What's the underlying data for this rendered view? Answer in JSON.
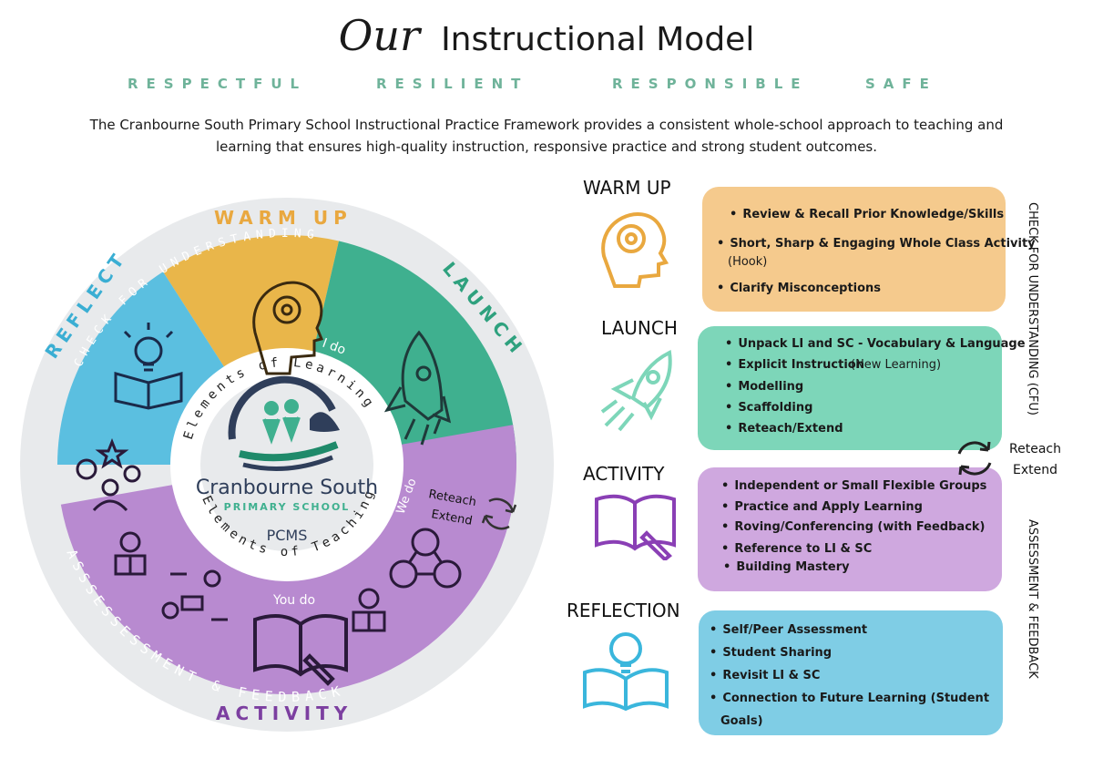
{
  "title": {
    "script": "Our",
    "main": "Instructional Model"
  },
  "values": [
    "RESPECTFUL",
    "RESILIENT",
    "RESPONSIBLE",
    "SAFE"
  ],
  "intro": {
    "line1": "The Cranbourne South Primary School Instructional Practice Framework provides a consistent whole-school approach to teaching and",
    "line2": "learning that ensures high-quality instruction, responsive practice and strong student outcomes."
  },
  "wheel": {
    "outer": {
      "warm_up": "WARM UP",
      "launch": "LAUNCH",
      "reflect": "REFLECT",
      "activity": "ACTIVITY"
    },
    "ring_top": "CHECK FOR UNDERSTANDING",
    "ring_bottom": "ASSSESSESSMENT & FEEDBACK",
    "i_do": "I do",
    "we_do": "We do",
    "you_do": "You do",
    "reteach": "Reteach",
    "extend": "Extend",
    "center_top": "Elements of Learning",
    "center_bottom": "Elements of Teaching",
    "school_name": "Cranbourne South",
    "school_sub": "PRIMARY SCHOOL",
    "pcms": "PCMS"
  },
  "sections": [
    {
      "title": "WARM UP",
      "color": "#f5ca8d",
      "items": [
        "Review & Recall Prior Knowledge/Skills",
        "Short, Sharp & Engaging Whole Class Activity",
        "Clarify Misconceptions"
      ],
      "note": "(Hook)"
    },
    {
      "title": "LAUNCH",
      "color": "#7dd6b9",
      "items": [
        "Unpack LI and SC -  Vocabulary & Language",
        "Explicit Instruction",
        "Modelling",
        "Scaffolding",
        "Reteach/Extend"
      ],
      "note": "(New Learning)"
    },
    {
      "title": "ACTIVITY",
      "color": "#cfa8df",
      "items": [
        "Independent or Small Flexible Groups",
        "Practice and Apply Learning",
        "Roving/Conferencing (with Feedback)",
        "Reference to LI & SC",
        "Building Mastery"
      ]
    },
    {
      "title": "REFLECTION",
      "color": "#7fcde5",
      "items": [
        "Self/Peer Assessment",
        "Student Sharing",
        "Revisit LI & SC",
        "Connection to Future Learning (Student",
        "Goals)"
      ]
    }
  ],
  "side_labels": {
    "top": "CHECK FOR UNDERSTANDING (CFU)",
    "bottom": "ASSESSMENT & FEEDBACK"
  },
  "reteach_right": {
    "line1": "Reteach",
    "line2": "Extend"
  },
  "colors": {
    "warm": "#e9b64a",
    "launch": "#3fb08f",
    "reflect": "#5bbfe0",
    "activity": "#b88ad0",
    "ring": "#e8eaec"
  }
}
